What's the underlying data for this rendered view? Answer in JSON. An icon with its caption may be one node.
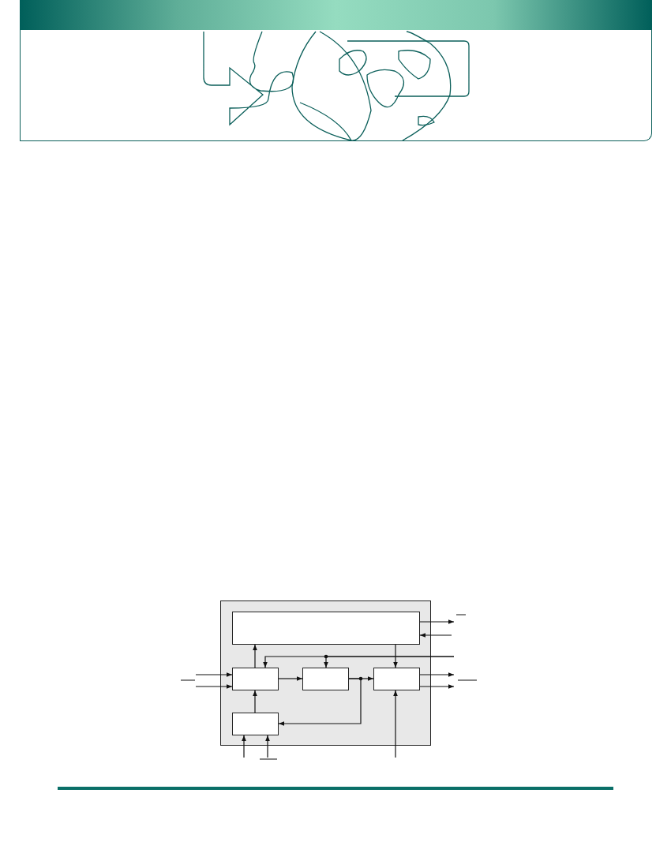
{
  "diagram": {
    "nodes": [
      {
        "text": [],
        "shape": "box"
      },
      {
        "text": [],
        "shape": "box",
        "in": 0
      },
      {
        "text": [],
        "shape": "box",
        "in": 0
      },
      {
        "text": [],
        "shape": "box",
        "in": 0
      },
      {
        "text": [],
        "shape": "box",
        "in": 0
      },
      {
        "text": [],
        "shape": "box",
        "in": 0
      }
    ],
    "edges": [
      {
        "from": 2,
        "to": 1,
        "arrow": "to"
      },
      {
        "from": 1,
        "to": 4,
        "arrow": "to"
      },
      {
        "from": 2,
        "to": 3,
        "arrow": "to"
      },
      {
        "from": 3,
        "to": 4,
        "arrow": "to"
      },
      {
        "from": 3,
        "to": 5,
        "arrow": "to"
      },
      {
        "from": null,
        "to": 3,
        "arrow": "to"
      },
      {
        "from": null,
        "to": 2,
        "arrow": "to"
      },
      {
        "from": 1,
        "to": null,
        "arrow": "to"
      },
      {
        "from": null,
        "to": 1,
        "arrow": "to"
      },
      {
        "from": null,
        "to": 2,
        "arrow": "to"
      },
      {
        "from": null,
        "to": 2,
        "arrow": "to"
      },
      {
        "from": 4,
        "to": null,
        "arrow": "to"
      },
      {
        "from": 4,
        "to": null,
        "arrow": "to"
      },
      {
        "from": null,
        "to": 5,
        "arrow": "to"
      },
      {
        "from": null,
        "to": 5,
        "arrow": "to"
      },
      {
        "from": 5,
        "to": 2,
        "arrow": "to"
      },
      {
        "from": null,
        "to": 4,
        "arrow": "to"
      }
    ]
  }
}
